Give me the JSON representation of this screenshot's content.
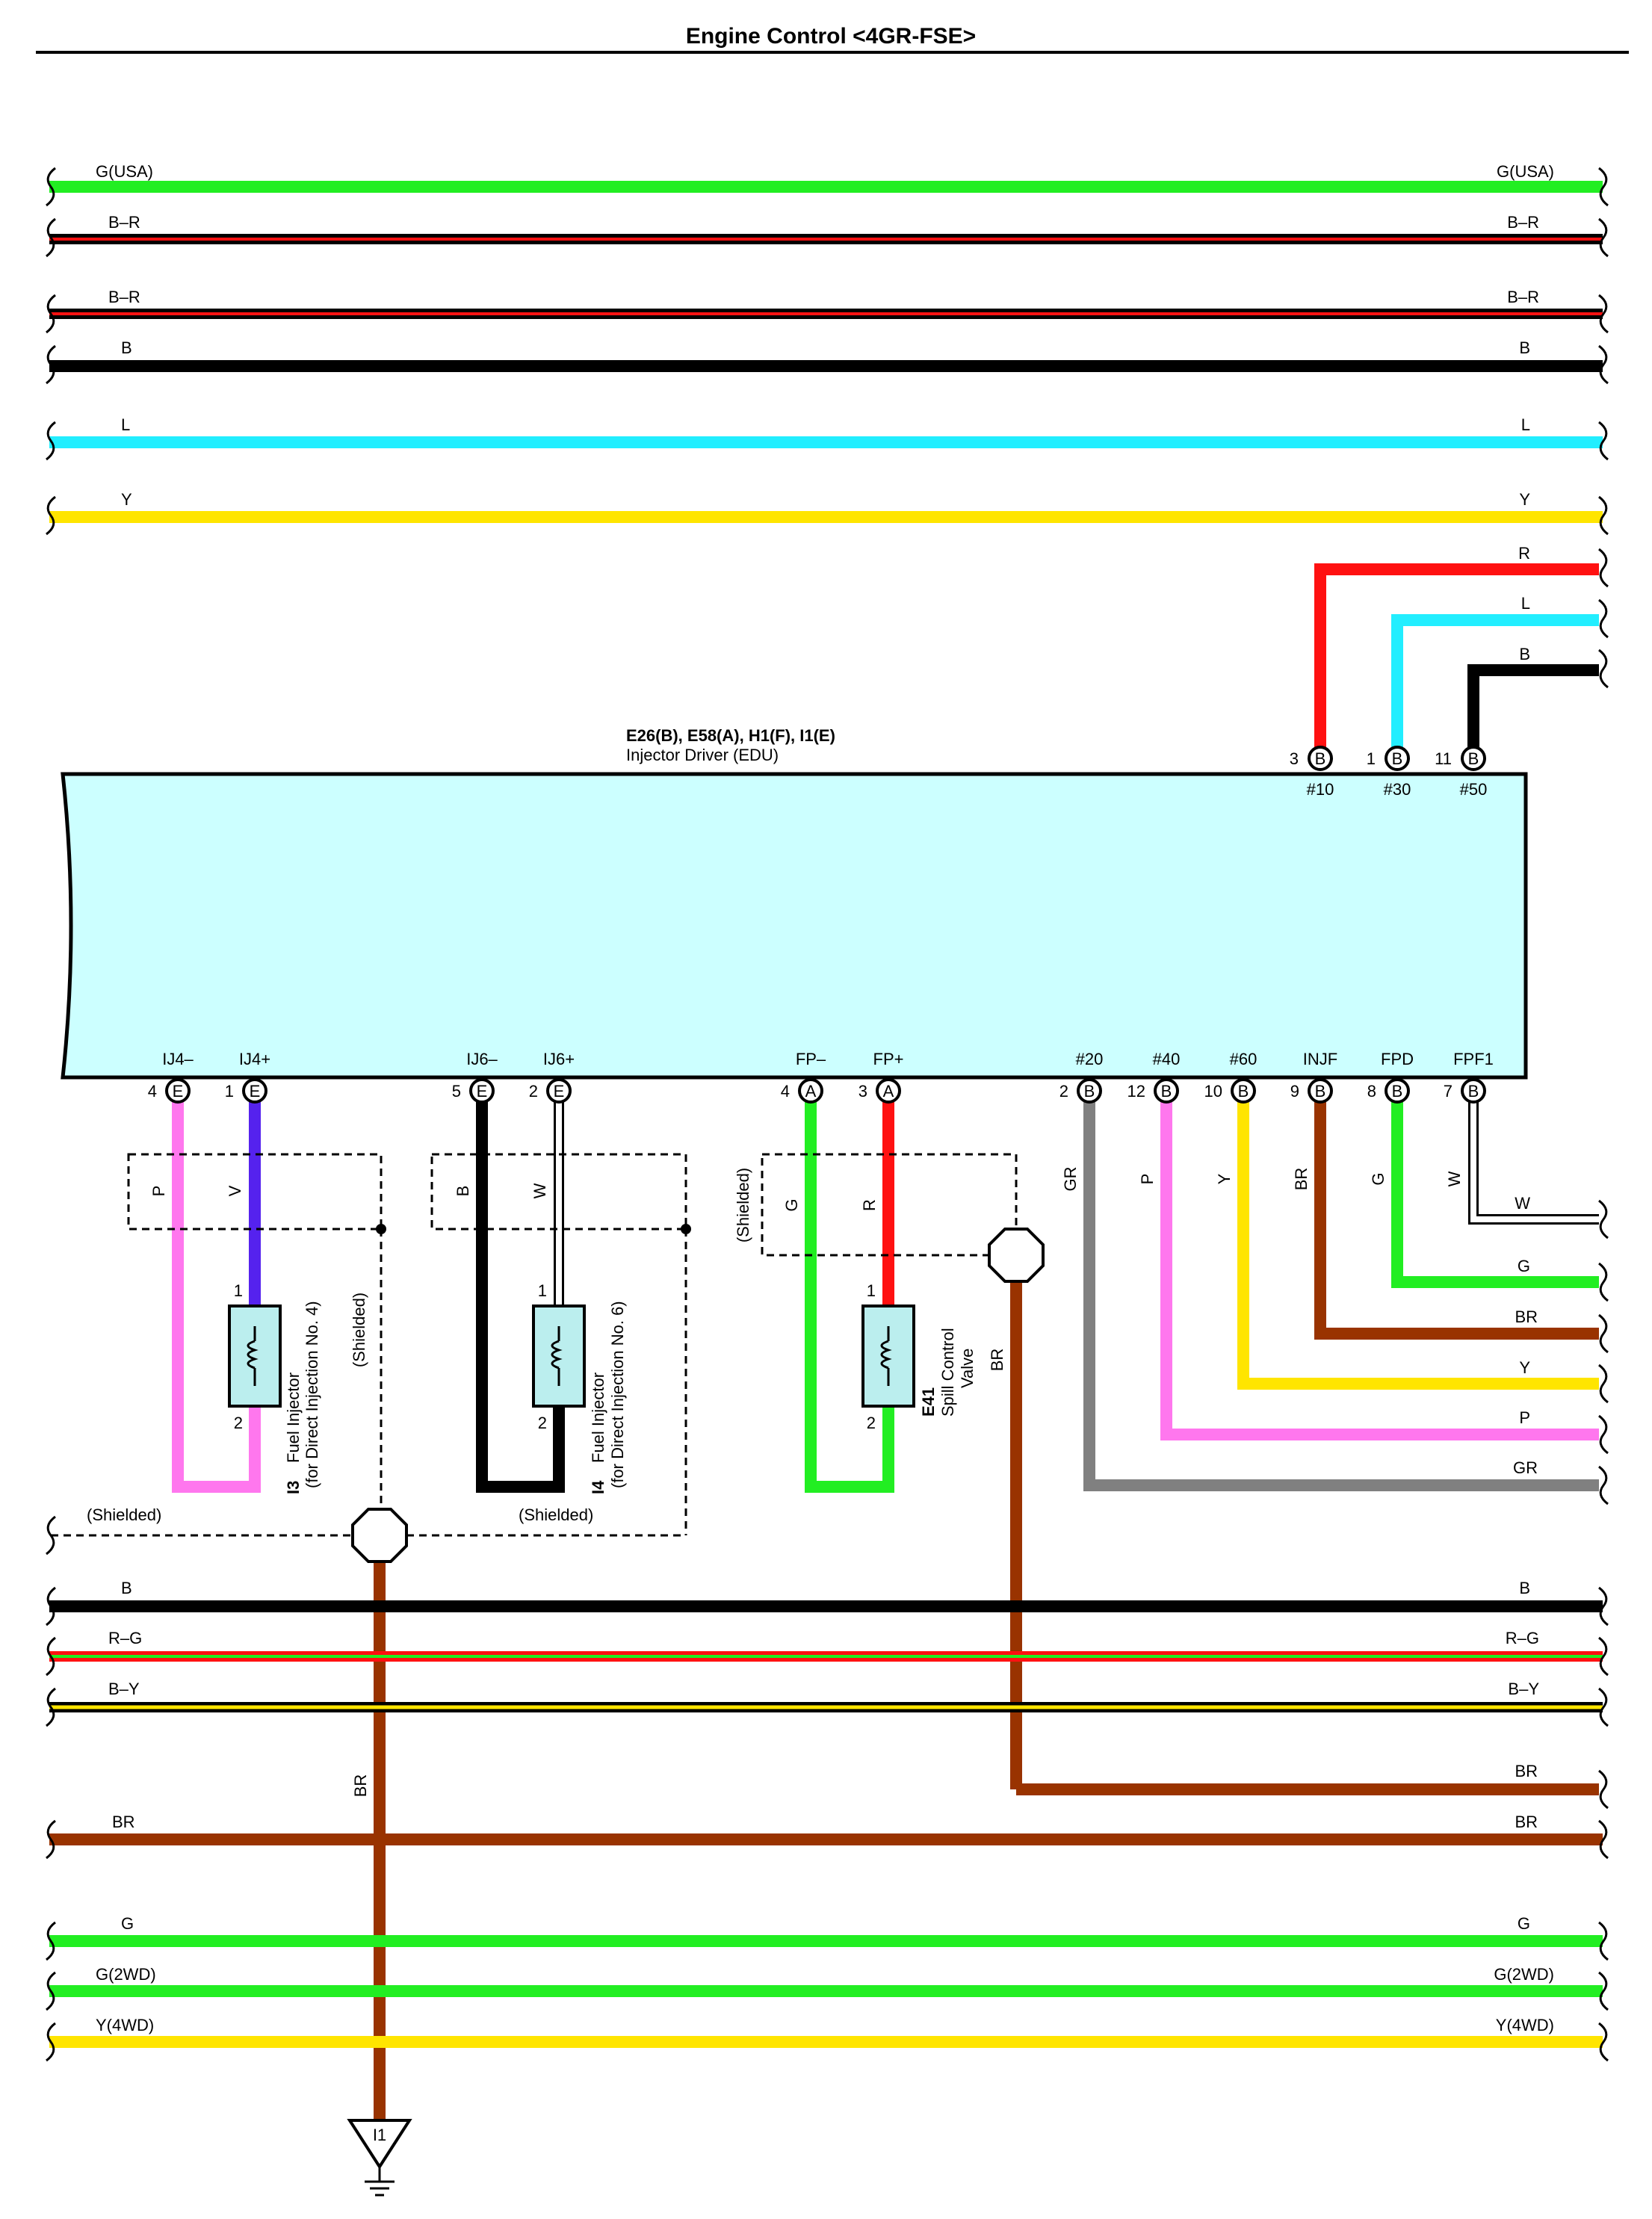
{
  "page": {
    "title": "Engine Control <4GR-FSE>"
  },
  "colors": {
    "G": "#22ee22",
    "B": "#000000",
    "L": "#22eeff",
    "Y": "#ffe500",
    "R": "#ff1111",
    "BR": "#993300",
    "P": "#ff77ee",
    "V": "#5522ee",
    "W": "#ffffff",
    "GR": "#808080",
    "edu_fill": "#ccffff",
    "injector_fill": "#bbeeee"
  },
  "top_wires": [
    {
      "left_label": "G(USA)",
      "right_label": "G(USA)",
      "color": "G"
    },
    {
      "left_label": "B–R",
      "right_label": "B–R",
      "color": "B-R"
    },
    {
      "left_label": "B–R",
      "right_label": "B–R",
      "color": "B-R"
    },
    {
      "left_label": "B",
      "right_label": "B",
      "color": "B"
    },
    {
      "left_label": "L",
      "right_label": "L",
      "color": "L"
    },
    {
      "left_label": "Y",
      "right_label": "Y",
      "color": "Y"
    }
  ],
  "top_right_wires": [
    {
      "label": "R",
      "color": "R",
      "pin": "3",
      "conn": "B",
      "terminal": "#10"
    },
    {
      "label": "L",
      "color": "L",
      "pin": "1",
      "conn": "B",
      "terminal": "#30"
    },
    {
      "label": "B",
      "color": "B",
      "pin": "11",
      "conn": "B",
      "terminal": "#50"
    }
  ],
  "edu": {
    "connectors": "E26(B), E58(A), H1(F), I1(E)",
    "name": "Injector Driver (EDU)"
  },
  "bottom_terminals": [
    {
      "name": "IJ4–",
      "pin": "4",
      "conn": "E",
      "wire": "P"
    },
    {
      "name": "IJ4+",
      "pin": "1",
      "conn": "E",
      "wire": "V"
    },
    {
      "name": "IJ6–",
      "pin": "5",
      "conn": "E",
      "wire": "B"
    },
    {
      "name": "IJ6+",
      "pin": "2",
      "conn": "E",
      "wire": "W"
    },
    {
      "name": "FP–",
      "pin": "4",
      "conn": "A",
      "wire": "G"
    },
    {
      "name": "FP+",
      "pin": "3",
      "conn": "A",
      "wire": "R"
    },
    {
      "name": "#20",
      "pin": "2",
      "conn": "B",
      "wire": "GR"
    },
    {
      "name": "#40",
      "pin": "12",
      "conn": "B",
      "wire": "P"
    },
    {
      "name": "#60",
      "pin": "10",
      "conn": "B",
      "wire": "Y"
    },
    {
      "name": "INJF",
      "pin": "9",
      "conn": "B",
      "wire": "BR"
    },
    {
      "name": "FPD",
      "pin": "8",
      "conn": "B",
      "wire": "G"
    },
    {
      "name": "FPF1",
      "pin": "7",
      "conn": "B",
      "wire": "W"
    }
  ],
  "right_exit_labels": [
    "W",
    "G",
    "BR",
    "Y",
    "P",
    "GR"
  ],
  "components": {
    "i3": {
      "id": "I3",
      "name": "Fuel Injector",
      "desc": "(for Direct Injection No. 4)",
      "pin_top": "1",
      "pin_bottom": "2"
    },
    "i4": {
      "id": "I4",
      "name": "Fuel Injector",
      "desc": "(for Direct Injection No. 6)",
      "pin_top": "1",
      "pin_bottom": "2"
    },
    "e41": {
      "id": "E41",
      "name": "Spill Control",
      "name2": "Valve",
      "pin_top": "1",
      "pin_bottom": "2"
    }
  },
  "shield_labels": {
    "shielded": "(Shielded)",
    "spill_wire": "BR",
    "ground_wire": "BR"
  },
  "bottom_wires": [
    {
      "left_label": "B",
      "right_label": "B",
      "color": "B"
    },
    {
      "left_label": "R–G",
      "right_label": "R–G",
      "color": "R-G"
    },
    {
      "left_label": "B–Y",
      "right_label": "B–Y",
      "color": "B-Y"
    },
    {
      "left_label": "",
      "right_label": "BR",
      "color": "BR"
    },
    {
      "left_label": "BR",
      "right_label": "BR",
      "color": "BR"
    },
    {
      "left_label": "G",
      "right_label": "G",
      "color": "G"
    },
    {
      "left_label": "G(2WD)",
      "right_label": "G(2WD)",
      "color": "G"
    },
    {
      "left_label": "Y(4WD)",
      "right_label": "Y(4WD)",
      "color": "Y"
    }
  ],
  "ground": {
    "id": "I1"
  }
}
